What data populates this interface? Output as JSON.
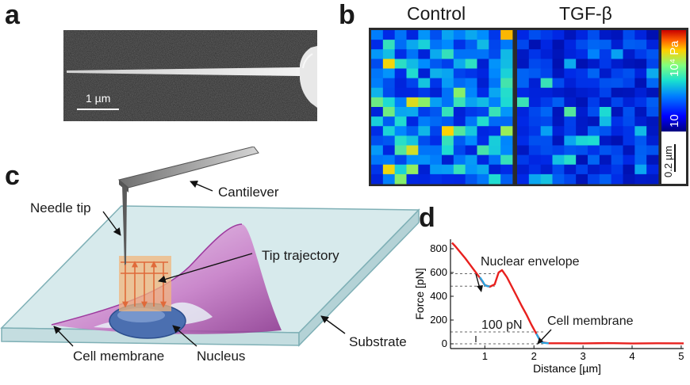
{
  "panels": {
    "a": {
      "label": "a",
      "scalebar": "1 µm"
    },
    "b": {
      "label": "b",
      "titles": [
        "Control",
        "TGF-β"
      ],
      "colorbar": {
        "max_label": "10⁴ Pa",
        "min_label": "10"
      },
      "scalebar": "0.2 µm",
      "heatmap_grid": {
        "rows": 16,
        "cols_per_map": 12
      }
    },
    "c": {
      "label": "c",
      "callouts": {
        "cantilever": "Cantilever",
        "needle_tip": "Needle tip",
        "tip_trajectory": "Tip trajectory",
        "substrate": "Substrate",
        "cell_membrane": "Cell membrane",
        "nucleus": "Nucleus"
      }
    },
    "d": {
      "label": "d",
      "annotations": {
        "nuclear_envelope": "Nuclear envelope",
        "cell_membrane": "Cell membrane",
        "step": "100 pN"
      }
    }
  },
  "chart_data": {
    "type": "line",
    "xlabel": "Distance [µm]",
    "ylabel": "Force [pN]",
    "xlim": [
      0.3,
      5.05
    ],
    "ylim": [
      -40,
      880
    ],
    "xticks": [
      1,
      2,
      3,
      4,
      5
    ],
    "yticks": [
      0,
      200,
      400,
      600,
      800
    ],
    "series": [
      {
        "color": "#e8201e",
        "x": [
          0.33,
          0.4,
          0.5,
          0.6,
          0.7,
          0.8,
          0.9,
          1.0,
          1.1,
          1.2,
          1.28,
          1.35,
          1.45,
          1.55,
          1.65,
          1.75,
          1.85,
          1.95,
          2.05,
          2.15,
          2.3,
          2.6,
          3.0,
          3.5,
          4.0,
          4.5,
          5.05
        ],
        "y": [
          850,
          820,
          770,
          720,
          665,
          610,
          555,
          495,
          480,
          500,
          600,
          620,
          560,
          480,
          400,
          320,
          245,
          160,
          85,
          15,
          5,
          5,
          4,
          6,
          3,
          5,
          4
        ]
      },
      {
        "color": "#29a3e0",
        "x": [
          0.9,
          0.95,
          1.0,
          1.05,
          1.1
        ],
        "y": [
          560,
          530,
          495,
          485,
          485
        ]
      },
      {
        "color": "#29a3e0",
        "x": [
          2.05,
          2.1,
          2.15,
          2.2,
          2.3
        ],
        "y": [
          85,
          45,
          15,
          8,
          5
        ]
      }
    ],
    "reference_lines_y": [
      590,
      485,
      100,
      0
    ]
  }
}
